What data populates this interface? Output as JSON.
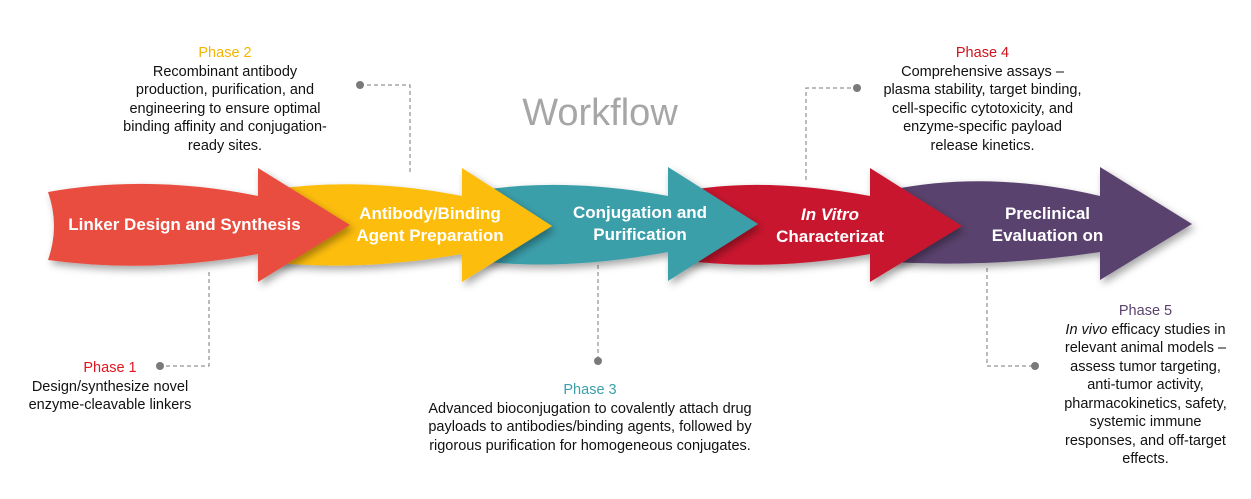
{
  "title": "Workflow",
  "colors": {
    "red_orange": "#e94e3f",
    "yellow": "#fdbd10",
    "teal": "#3b9faa",
    "crimson": "#c8172f",
    "purple": "#5a426e",
    "title_gray": "#a6a6a6",
    "connector_gray": "#7a7a7a"
  },
  "stages": [
    {
      "line1": "Linker Design and Synthesis",
      "line2": ""
    },
    {
      "line1": "Antibody/Binding",
      "line2": "Agent Preparation"
    },
    {
      "line1": "Conjugation and",
      "line2": "Purification"
    },
    {
      "line1_italic": "In Vitro",
      "line2": "Characterizat"
    },
    {
      "line1": "Preclinical",
      "line2": "Evaluation on"
    }
  ],
  "phases": [
    {
      "title": "Phase 1",
      "color": "#e0151e",
      "lines": [
        "Design/synthesize novel",
        "enzyme-cleavable linkers"
      ]
    },
    {
      "title": "Phase 2",
      "color": "#f5b400",
      "lines": [
        "Recombinant antibody",
        "production, purification, and",
        "engineering to ensure optimal",
        "binding affinity and conjugation-",
        "ready sites."
      ]
    },
    {
      "title": "Phase 3",
      "color": "#3b9faa",
      "lines": [
        "Advanced bioconjugation to covalently attach drug",
        "payloads to antibodies/binding agents, followed by",
        "rigorous purification for homogeneous conjugates."
      ]
    },
    {
      "title": "Phase 4",
      "color": "#d0121b",
      "lines": [
        "Comprehensive assays –",
        "plasma stability, target binding,",
        "cell-specific cytotoxicity, and",
        "enzyme-specific payload",
        "release kinetics."
      ]
    },
    {
      "title": "Phase 5",
      "color": "#5a426e",
      "line1_italic": "In vivo",
      "line1_rest": " efficacy studies in",
      "lines": [
        "relevant animal models –",
        "assess tumor targeting,",
        "anti-tumor activity,",
        "pharmacokinetics, safety,",
        "systemic immune",
        "responses, and off-target",
        "effects."
      ]
    }
  ]
}
